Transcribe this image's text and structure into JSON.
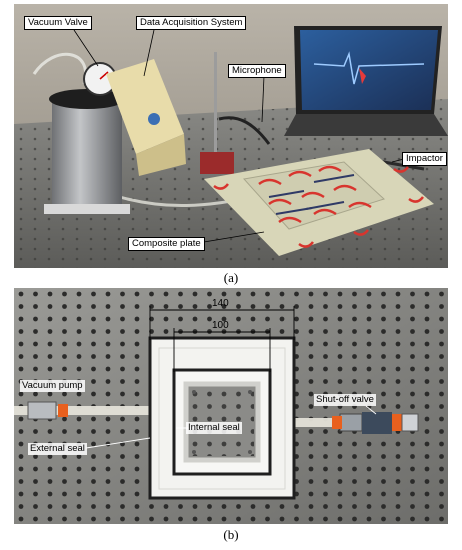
{
  "panel_a": {
    "labels": {
      "vacuum_valve": "Vacuum Valve",
      "daq": "Data Acquisition System",
      "microphone": "Microphone",
      "impactor": "Impactor",
      "composite_plate": "Composite plate"
    },
    "caption": "(a)"
  },
  "panel_b": {
    "labels": {
      "vacuum_pump": "Vacuum pump",
      "internal_seal": "Internal seal",
      "external_seal": "External seal",
      "shutoff_valve": "Shut-off valve"
    },
    "dimensions": {
      "outer": "140",
      "inner": "100"
    },
    "caption": "(b)"
  }
}
